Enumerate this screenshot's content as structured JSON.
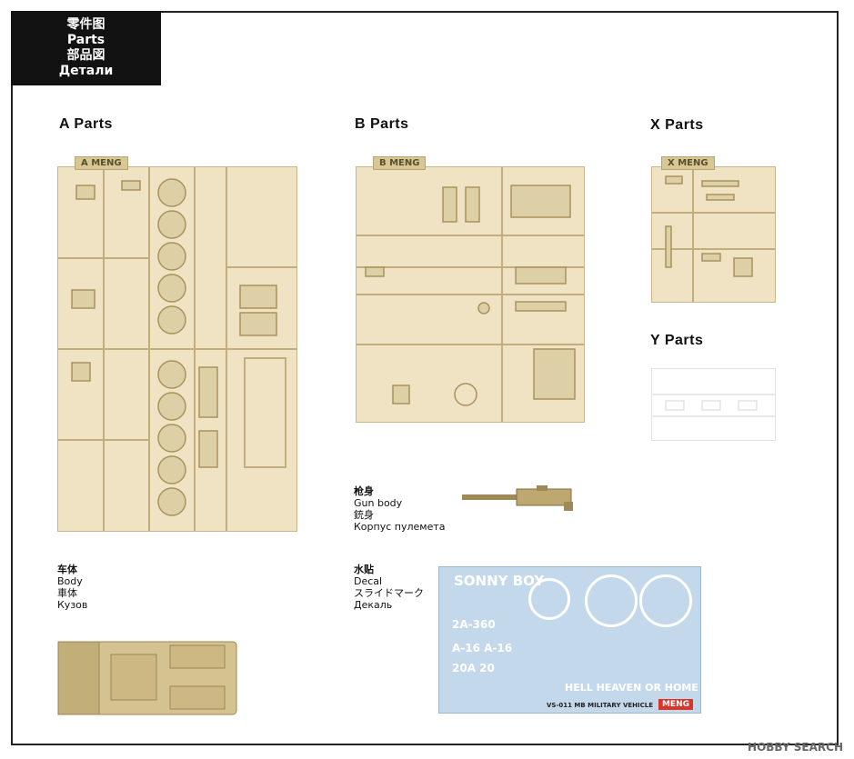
{
  "header": {
    "lines": [
      "零件图",
      "Parts",
      "部品図",
      "Детали"
    ]
  },
  "sections": {
    "a": "A  Parts",
    "b": "B  Parts",
    "x": "X  Parts",
    "y": "Y  Parts"
  },
  "sprue_tabs": {
    "a": "A MENG",
    "b": "B MENG",
    "x": "X MENG"
  },
  "gun": {
    "zh": "枪身",
    "en": "Gun body",
    "ja": "銃身",
    "ru": "Корпус пулемета"
  },
  "body": {
    "zh": "车体",
    "en": "Body",
    "ja": "車体",
    "ru": "Кузов"
  },
  "decal": {
    "zh": "水贴",
    "en": "Decal",
    "ja": "スライドマーク",
    "ru": "Декаль"
  },
  "decal_sheet": {
    "sonny": "SONNY BOY",
    "hell": "HELL  HEAVEN  OR HOME",
    "code1": "2A-360",
    "code2": "A-16   A-16",
    "code3": "20A   20",
    "footer": "VS-011  MB MILITARY VEHICLE",
    "brand": "MENG"
  },
  "watermark": "HOBBY SEARCH",
  "colors": {
    "plastic": "#efe3c4",
    "sprue_outline": "#c9b78a",
    "decal_bg": "#c4d8ec"
  }
}
